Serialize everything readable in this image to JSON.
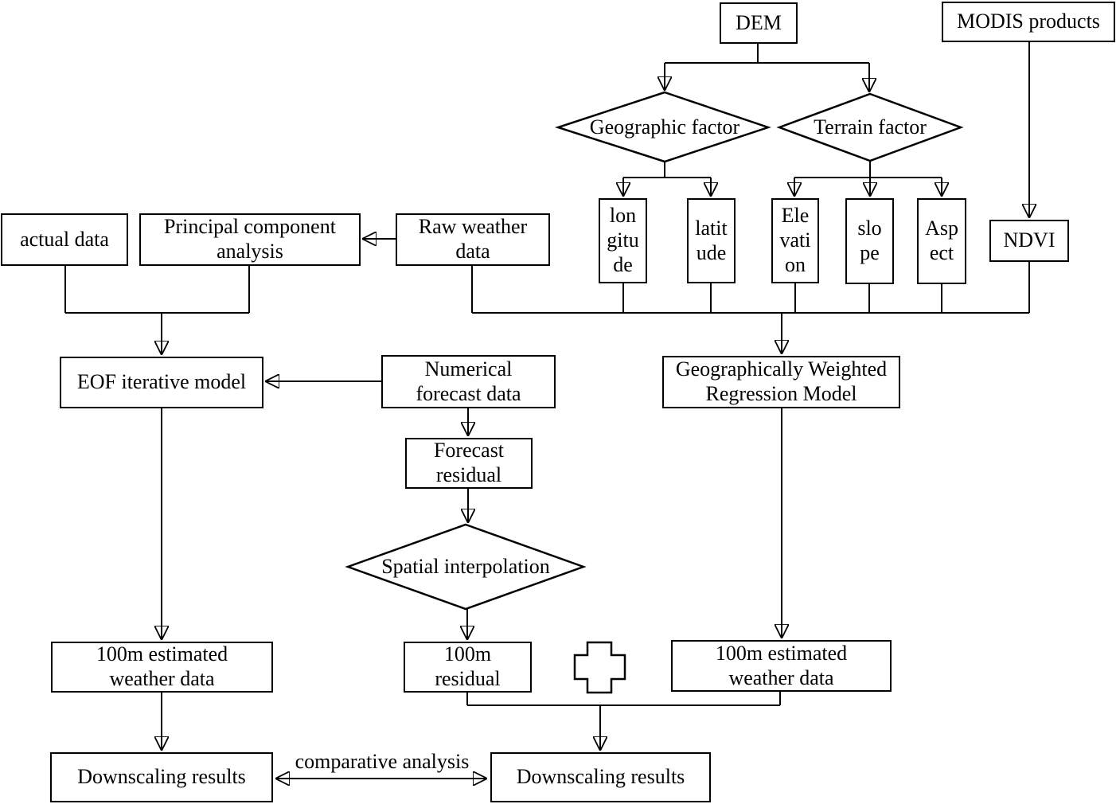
{
  "diagram": {
    "colors": {
      "line": "#000000",
      "background": "#ffffff"
    },
    "nodes": {
      "dem": {
        "label": "DEM"
      },
      "modis_products": {
        "label": "MODIS products"
      },
      "geographic_factor": {
        "label": "Geographic factor"
      },
      "terrain_factor": {
        "label": "Terrain factor"
      },
      "longitude": {
        "label": "lon\ngitu\nde"
      },
      "latitude": {
        "label": "latit\nude"
      },
      "elevation": {
        "label": "Ele\nvati\non"
      },
      "slope": {
        "label": "slo\npe"
      },
      "aspect": {
        "label": "Asp\nect"
      },
      "ndvi": {
        "label": "NDVI"
      },
      "actual_data": {
        "label": "actual data"
      },
      "principal_component_analysis": {
        "label": "Principal component\nanalysis"
      },
      "raw_weather_data": {
        "label": "Raw weather\ndata"
      },
      "eof_iterative_model": {
        "label": "EOF iterative model"
      },
      "numerical_forecast_data": {
        "label": "Numerical\nforecast data"
      },
      "gwr_model": {
        "label": "Geographically Weighted\nRegression Model"
      },
      "forecast_residual": {
        "label": "Forecast\nresidual"
      },
      "spatial_interpolation": {
        "label": "Spatial interpolation"
      },
      "estimated_weather_left": {
        "label": "100m estimated\nweather data"
      },
      "residual_100m": {
        "label": "100m\nresidual"
      },
      "estimated_weather_right": {
        "label": "100m estimated\nweather data"
      },
      "downscaling_results_left": {
        "label": "Downscaling results"
      },
      "downscaling_results_right": {
        "label": "Downscaling results"
      }
    },
    "edge_labels": {
      "comparative_analysis": "comparative analysis"
    },
    "icons": {
      "plus_operator": "plus-cross"
    }
  }
}
